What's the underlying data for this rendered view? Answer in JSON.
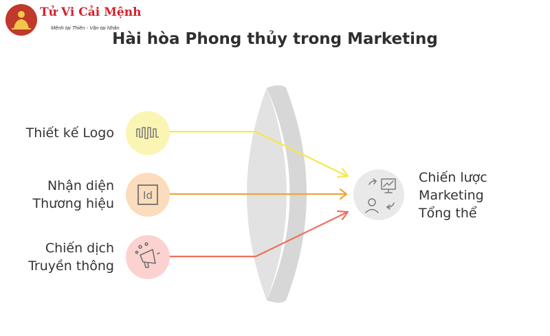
{
  "brand": {
    "name": "Tử Vi Cải Mệnh",
    "tagline": "Mệnh tại Thiên - Vận tại Nhân"
  },
  "title": "Hài hòa Phong thủy trong Marketing",
  "inputs": [
    {
      "lines": [
        "Thiết kế Logo"
      ],
      "icon": "waveform-icon",
      "color": "#f5e84a",
      "bg": "#fbf5b3"
    },
    {
      "lines": [
        "Nhận diện",
        "Thương hiệu"
      ],
      "icon": "id-badge-icon",
      "color": "#f0a33a",
      "bg": "#fbdcbc"
    },
    {
      "lines": [
        "Chiến dịch",
        "Truyền thông"
      ],
      "icon": "megaphone-icon",
      "color": "#ef6f5e",
      "bg": "#fbd2cf"
    }
  ],
  "output": {
    "lines": [
      "Chiến lược",
      "Marketing",
      "Tổng thể"
    ],
    "icon": "strategy-cycle-icon",
    "bg": "#e9e9e9"
  },
  "colors": {
    "title": "#2f2f2f",
    "lens": "#e0e0e0",
    "lens_edge": "#d2d2d2"
  }
}
